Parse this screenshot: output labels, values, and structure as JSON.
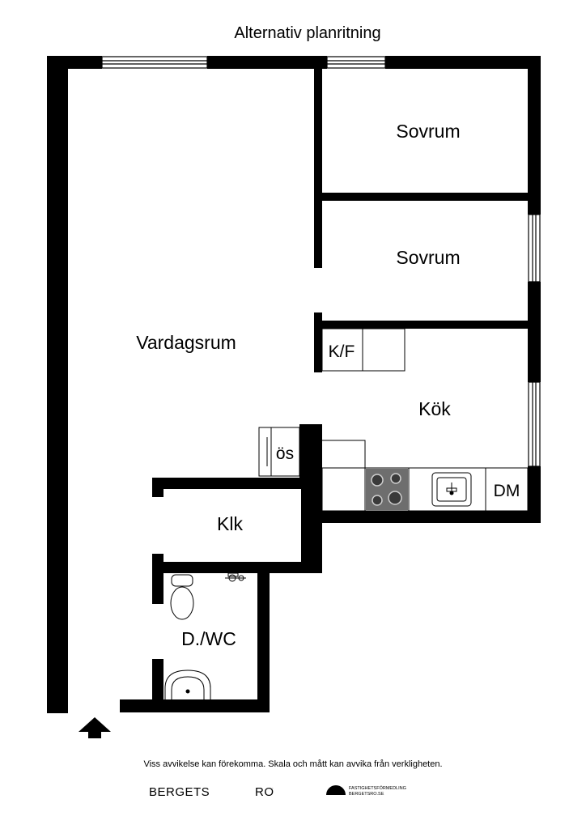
{
  "title": "Alternativ planritning",
  "rooms": {
    "vardagsrum": "Vardagsrum",
    "sovrum_1": "Sovrum",
    "sovrum_2": "Sovrum",
    "kok": "Kök",
    "klk": "Klk",
    "dwc": "D./WC",
    "kf": "K/F",
    "os": "ös",
    "dm": "DM"
  },
  "disclaimer": "Viss avvikelse kan förekomma. Skala och mått kan avvika från verkligheten.",
  "footer": {
    "brand_left": "BERGETS",
    "brand_right": "RO",
    "logo_line_1": "FASTIGHETSFÖRMEDLING",
    "logo_line_2": "BERGETSRO.SE"
  },
  "icons": {
    "entrance": "entrance-arrow-icon",
    "stove": "stove-icon",
    "sink": "sink-icon",
    "toilet": "toilet-icon",
    "washbasin": "washbasin-icon"
  },
  "colors": {
    "wall": "#000000",
    "background": "#ffffff",
    "stove_fill": "#6e6e6e"
  }
}
